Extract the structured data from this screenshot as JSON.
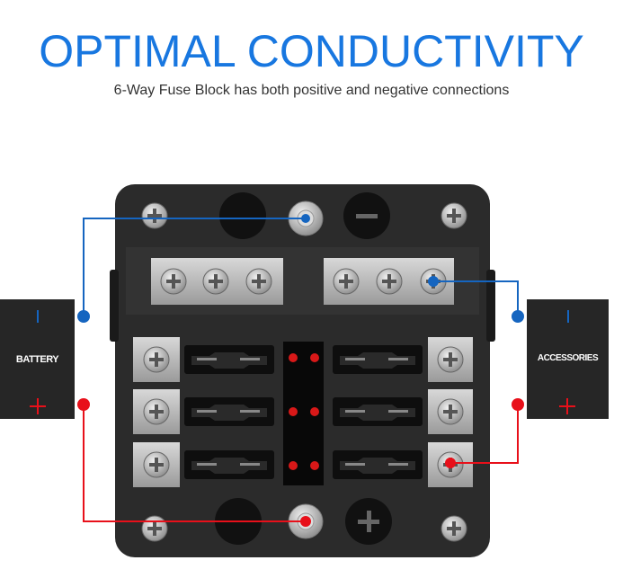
{
  "header": {
    "title": "OPTIMAL CONDUCTIVITY",
    "subtitle": "6-Way Fuse Block has both positive and negative connections"
  },
  "battery": {
    "label": "BATTERY",
    "negative_symbol": "|",
    "positive_symbol": "+"
  },
  "accessories": {
    "label": "ACCESSORIES",
    "negative_symbol": "|",
    "positive_symbol": "+"
  },
  "colors": {
    "negative": "#1565c0",
    "positive": "#e8101a",
    "title": "#1877e0",
    "block": "#2b2b2b"
  },
  "fuse_block": {
    "fuse_count": 6,
    "led_color": "#d81818"
  }
}
